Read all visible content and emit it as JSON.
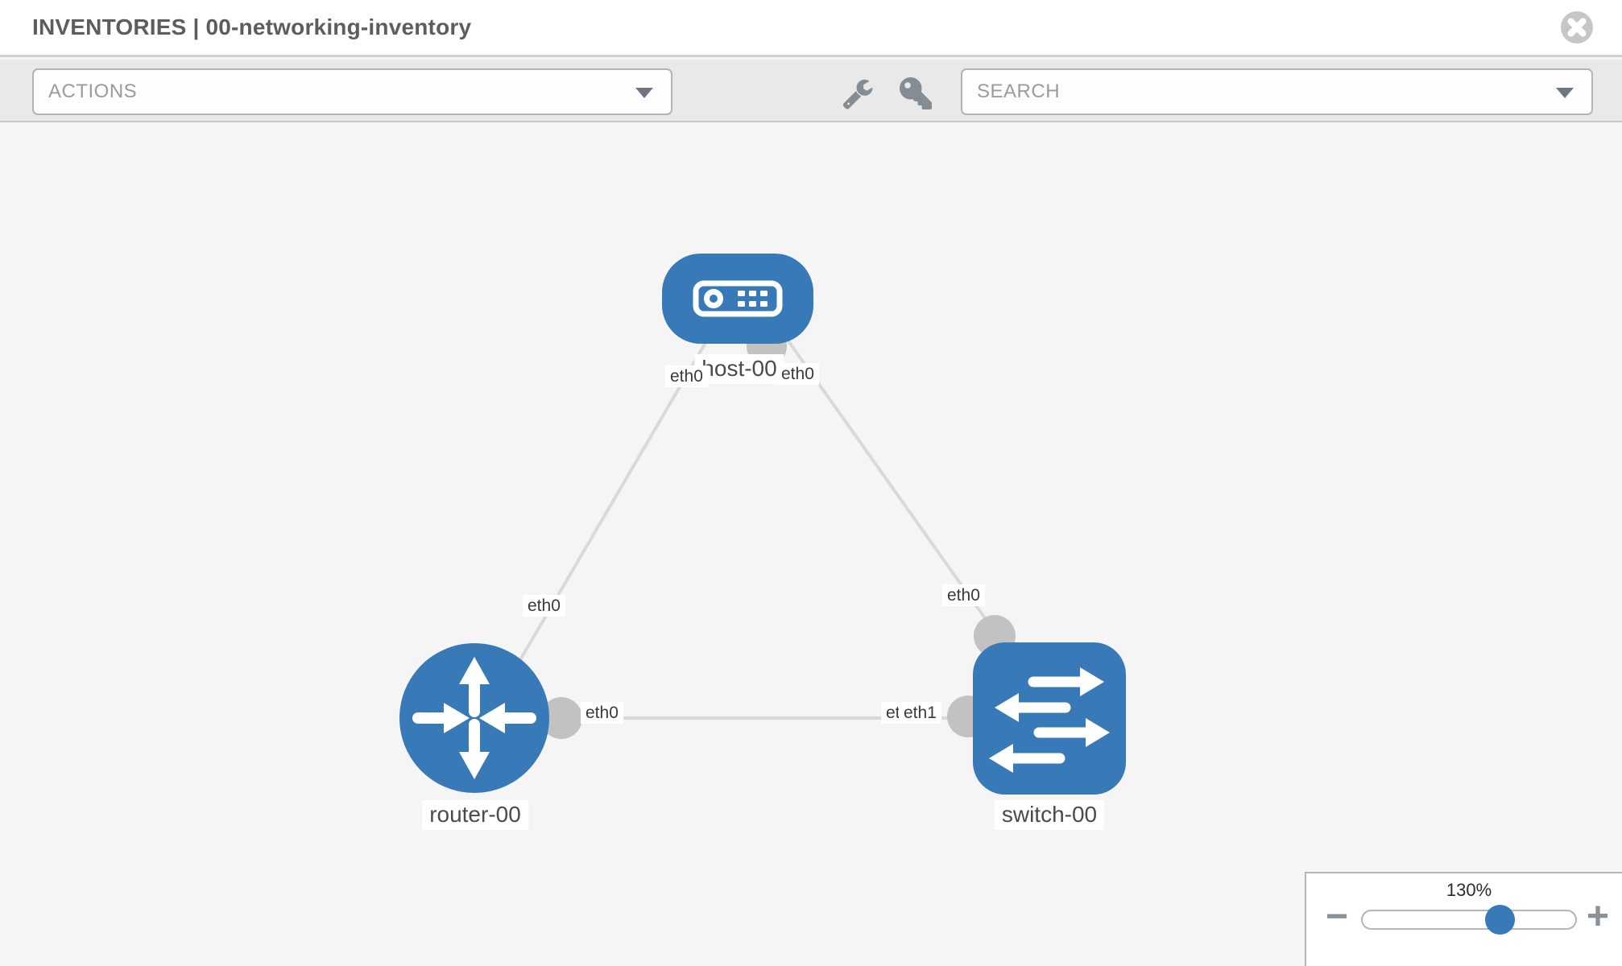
{
  "header": {
    "title": "INVENTORIES | 00-networking-inventory",
    "close_icon": "times-circle"
  },
  "toolbar": {
    "actions_label": "ACTIONS",
    "search_placeholder": "SEARCH",
    "icons": [
      "wrench",
      "key"
    ]
  },
  "topology": {
    "nodes": [
      {
        "id": "host-00",
        "type": "host",
        "label": "host-00",
        "icon": "server-icon"
      },
      {
        "id": "router-00",
        "type": "router",
        "label": "router-00",
        "icon": "router-arrows-icon"
      },
      {
        "id": "switch-00",
        "type": "switch",
        "label": "switch-00",
        "icon": "switch-arrows-icon"
      }
    ],
    "links": [
      {
        "from": "host-00",
        "to": "router-00",
        "from_label": "eth0",
        "to_label": "eth0"
      },
      {
        "from": "host-00",
        "to": "switch-00",
        "from_label": "eth0",
        "to_label": "eth0"
      },
      {
        "from": "router-00",
        "to": "switch-00",
        "from_label": "eth0",
        "to_label": "eth1",
        "to_label_overlapped": "eth0"
      }
    ]
  },
  "zoom_control": {
    "value": "130%",
    "minus": "−",
    "plus": "+"
  },
  "colors": {
    "node_blue": "#377ab7",
    "link_gray": "#d9d9d9",
    "dot_gray": "#c2c2c2",
    "toolbar_bg": "#e9e9e9",
    "canvas_bg": "#f5f5f6",
    "icon_gray": "#848c94",
    "text_gray": "#5d5d5d"
  }
}
